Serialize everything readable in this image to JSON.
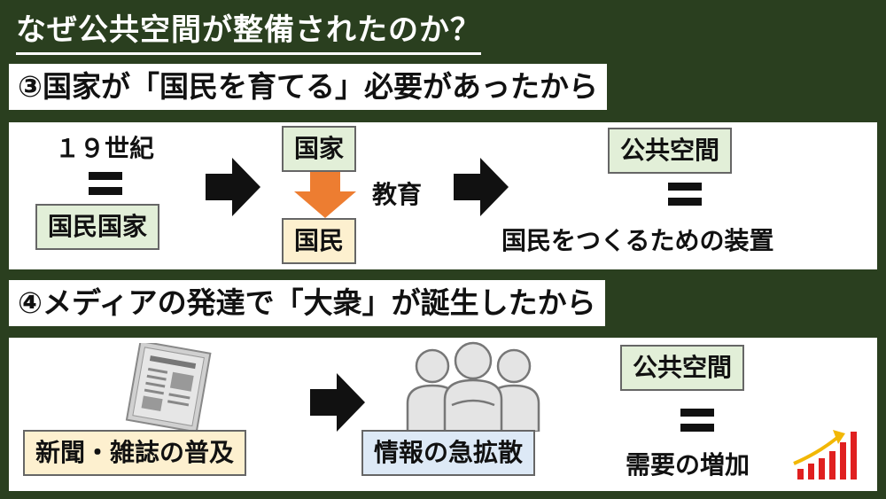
{
  "title": "なぜ公共空間が整備されたのか？",
  "section3": {
    "heading": "③国家が「国民を育てる」必要があったから",
    "century": "１９世紀",
    "nation_state": "国民国家",
    "state": "国家",
    "education": "教育",
    "citizens": "国民",
    "public_space": "公共空間",
    "device": "国民をつくるための装置"
  },
  "section4": {
    "heading": "④メディアの発達で「大衆」が誕生したから",
    "media": "新聞・雑誌の普及",
    "spread": "情報の急拡散",
    "public_space": "公共空間",
    "demand": "需要の増加"
  },
  "colors": {
    "background": "#2a3f1f",
    "green_box": "#e2efd8",
    "yellow_box": "#fdf0cf",
    "blue_box": "#dde9f6",
    "orange_arrow": "#ed7d31",
    "growth_red": "#e02020"
  },
  "icons": [
    "newspaper-icon",
    "crowd-icon",
    "growth-chart-icon"
  ]
}
